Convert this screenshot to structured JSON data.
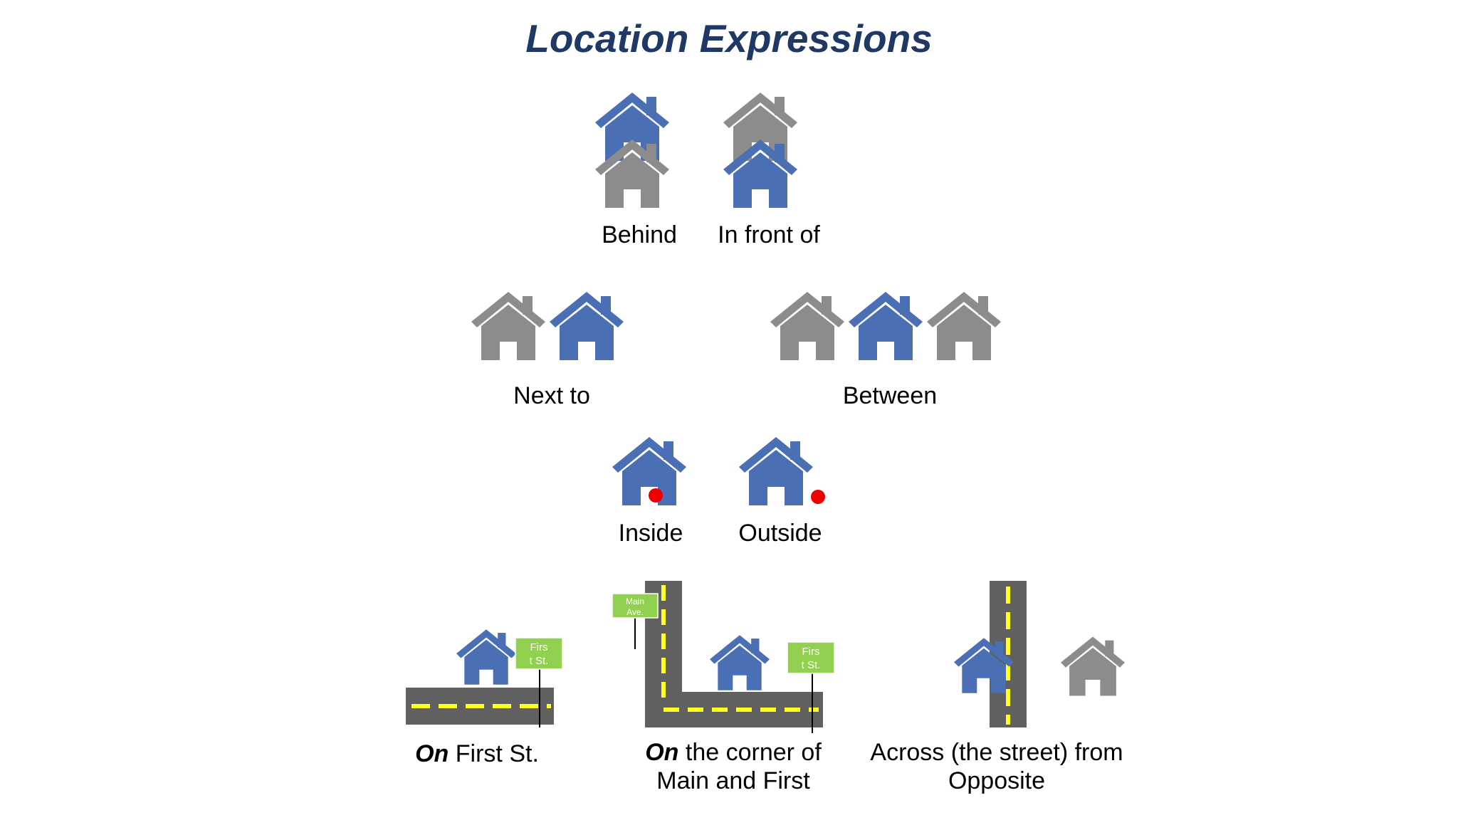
{
  "title": "Location Expressions",
  "colors": {
    "title": "#1f3864",
    "target_house": "#4a6fb5",
    "other_house": "#8c8c8c",
    "road": "#606060",
    "road_line": "#ffff22",
    "sign": "#92d050",
    "dot": "#ee0000"
  },
  "labels": {
    "behind": "Behind",
    "in_front_of": "In front of",
    "next_to": "Next to",
    "between": "Between",
    "inside": "Inside",
    "outside": "Outside",
    "on_first_keyword": "On",
    "on_first_rest": "First St.",
    "corner_keyword": "On",
    "corner_rest_line1": "the corner of",
    "corner_line2": "Main and First",
    "across_line1": "Across (the street) from",
    "across_line2": "Opposite"
  },
  "signs": {
    "first_st_line1": "Firs",
    "first_st_line2": "t St.",
    "main_ave_line1": "Main",
    "main_ave_line2": "Ave."
  }
}
